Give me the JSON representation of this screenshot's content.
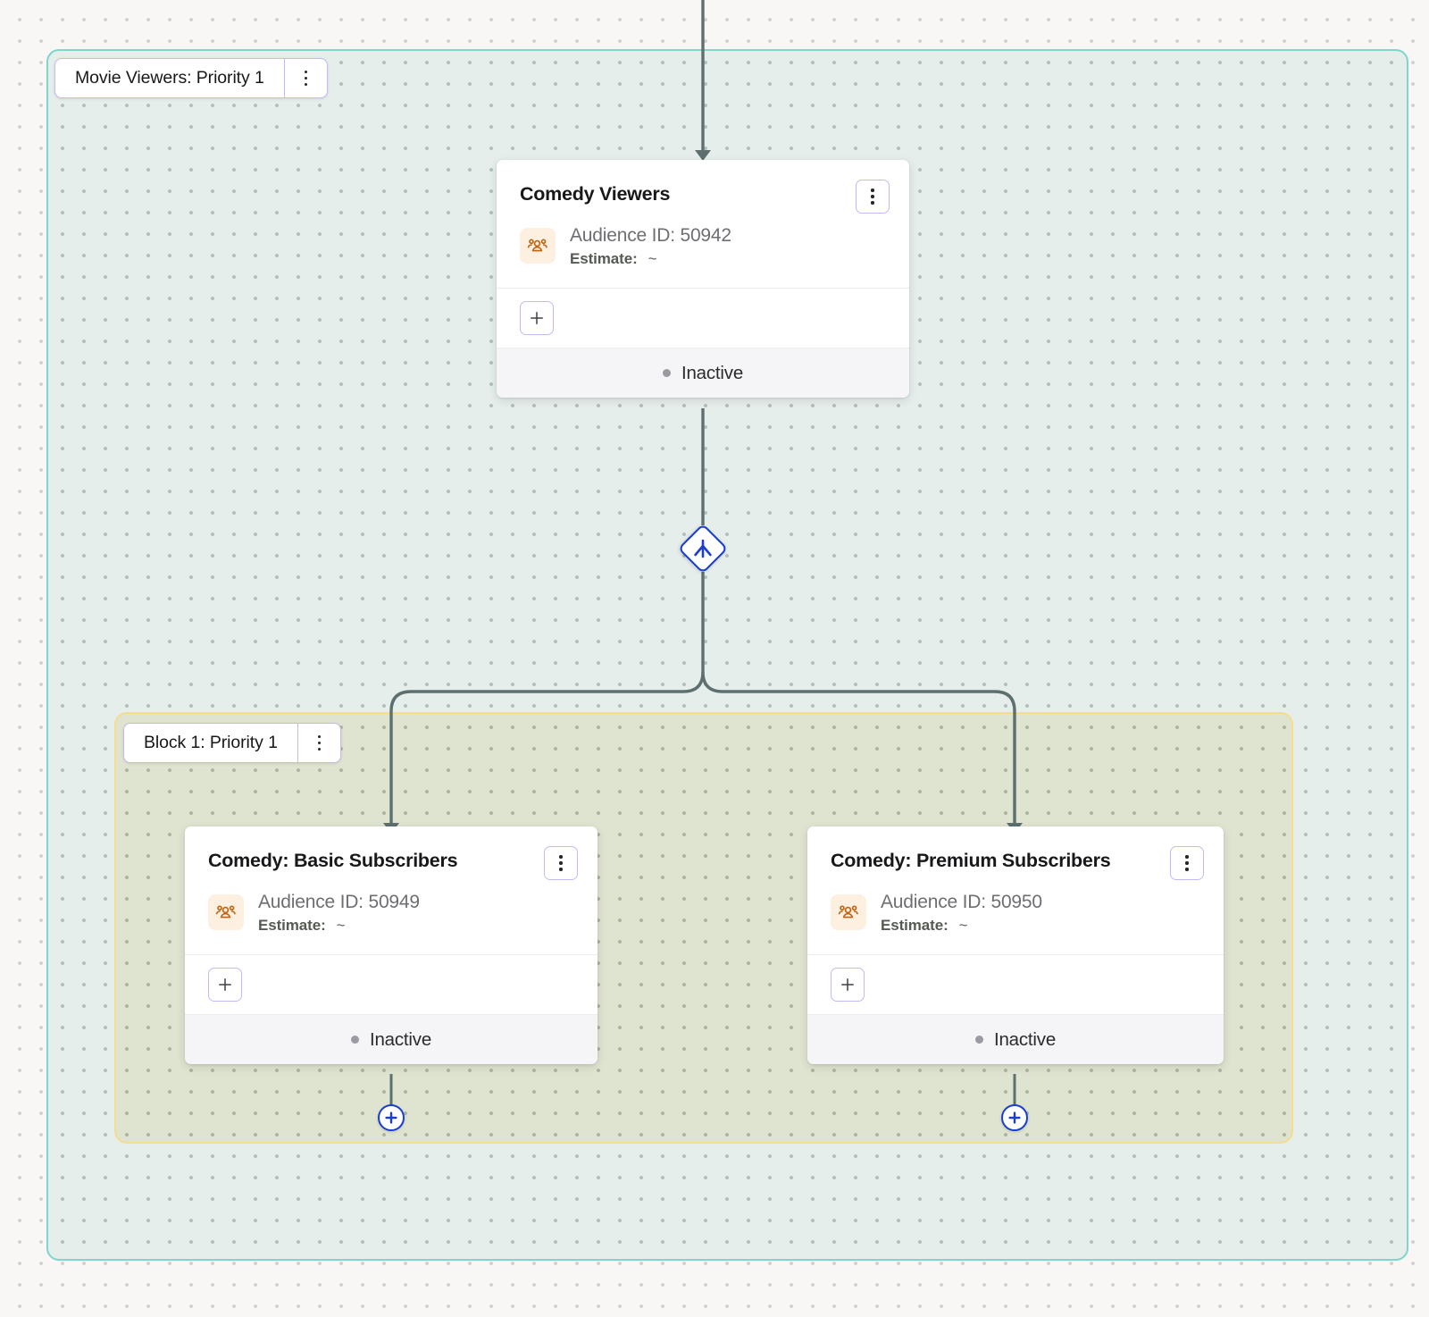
{
  "canvas": {
    "background_color": "#f8f7f6",
    "dot_color": "#d2d2d2"
  },
  "groups": [
    {
      "id": "movie-viewers",
      "label": "Movie Viewers: Priority 1",
      "border_color": "#7ed5cb",
      "fill_color": "#dfe9e7",
      "menu_icon": "kebab-menu-icon"
    },
    {
      "id": "block-1",
      "label": "Block 1: Priority 1",
      "border_color": "#f6dc8c",
      "fill_color": "#e2e5d0",
      "menu_icon": "kebab-menu-icon"
    }
  ],
  "nodes": [
    {
      "id": "comedy-viewers",
      "title": "Comedy Viewers",
      "audience_label": "Audience ID: 50942",
      "estimate_label": "Estimate:",
      "estimate_value": "~",
      "status": "Inactive",
      "status_color": "#9a9aa0",
      "audience_icon": "audience-group-icon",
      "audience_icon_color": "#c2620f",
      "audience_icon_bg": "#fdf0e0",
      "menu_icon": "kebab-menu-icon",
      "add_icon": "plus-icon"
    },
    {
      "id": "comedy-basic-subscribers",
      "title": "Comedy: Basic Subscribers",
      "audience_label": "Audience ID: 50949",
      "estimate_label": "Estimate:",
      "estimate_value": "~",
      "status": "Inactive",
      "status_color": "#9a9aa0",
      "audience_icon": "audience-group-icon",
      "audience_icon_color": "#c2620f",
      "audience_icon_bg": "#fdf0e0",
      "menu_icon": "kebab-menu-icon",
      "add_icon": "plus-icon"
    },
    {
      "id": "comedy-premium-subscribers",
      "title": "Comedy: Premium Subscribers",
      "audience_label": "Audience ID: 50950",
      "estimate_label": "Estimate:",
      "estimate_value": "~",
      "status": "Inactive",
      "status_color": "#9a9aa0",
      "audience_icon": "audience-group-icon",
      "audience_icon_color": "#c2620f",
      "audience_icon_bg": "#fdf0e0",
      "menu_icon": "kebab-menu-icon",
      "add_icon": "plus-icon"
    }
  ],
  "split_nodes": [
    {
      "id": "split-1",
      "icon": "split-branch-icon",
      "color": "#1a3fd0"
    }
  ],
  "add_buttons": [
    {
      "id": "add-basic",
      "icon": "plus-circle-icon",
      "color": "#1a3fd0"
    },
    {
      "id": "add-premium",
      "icon": "plus-circle-icon",
      "color": "#1a3fd0"
    }
  ],
  "edges": {
    "line_color": "#5d6f6f",
    "arrow_color": "#5d6f6f"
  }
}
